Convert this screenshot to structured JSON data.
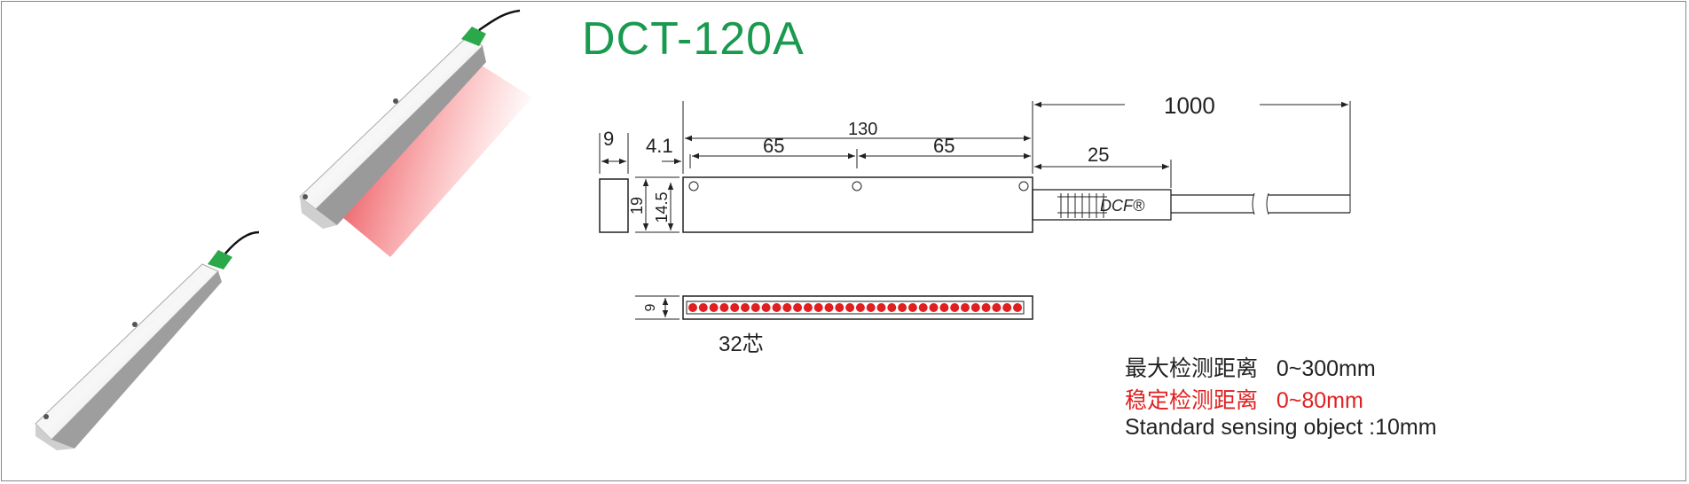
{
  "title": "DCT-120A",
  "dimensions": {
    "side_width": "9",
    "offset": "4.1",
    "total_length": "130",
    "half_left": "65",
    "half_right": "65",
    "cable_length": "1000",
    "connector_length": "25",
    "height": "19",
    "inner_height": "14.5",
    "emitter_height": "9"
  },
  "brand_logo": "DCF®",
  "emitter_cores_label": "32芯",
  "emitter_count": 32,
  "specs": {
    "max_distance": "最大检测距离   0~300mm",
    "stable_distance": "稳定检测距离   0~80mm",
    "standard_object": "Standard sensing object :10mm"
  },
  "colors": {
    "title": "#1a9a4e",
    "led": "#e02020",
    "stable_text": "#e02020"
  }
}
